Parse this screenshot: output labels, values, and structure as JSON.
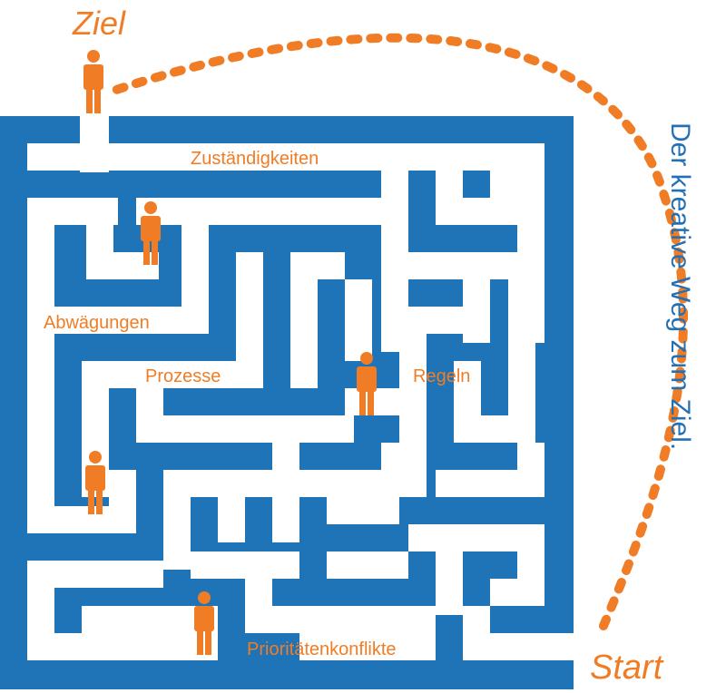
{
  "goal_label": "Ziel",
  "start_label": "Start",
  "path_caption": "Der kreative Weg zum Ziel.",
  "maze_labels": {
    "responsibilities": "Zuständigkeiten",
    "tradeoffs": "Abwägungen",
    "processes": "Prozesse",
    "rules": "Regeln",
    "priority_conflicts": "Prioritätenkonflikte"
  },
  "colors": {
    "maze_blue": "#1f73b7",
    "accent_orange": "#f07d25",
    "caption_blue": "#2470b4"
  },
  "icons": [
    "person-icon"
  ]
}
